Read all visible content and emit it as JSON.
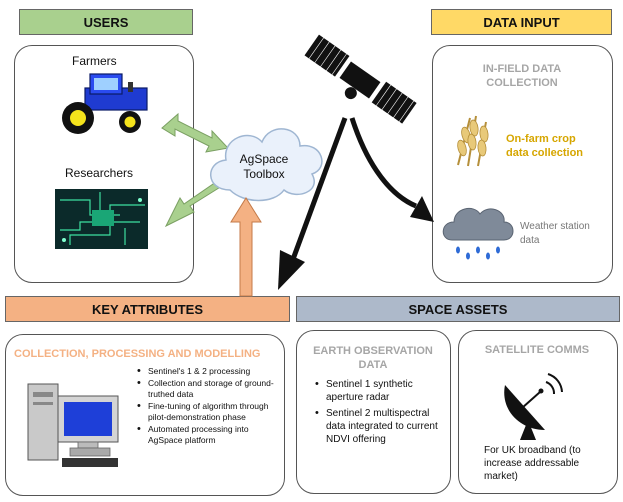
{
  "users": {
    "header": "USERS",
    "farmers_label": "Farmers",
    "researchers_label": "Researchers"
  },
  "data_input": {
    "header": "DATA INPUT",
    "in_field_title": "IN-FIELD DATA COLLECTION",
    "crop_label": "On-farm crop data collection",
    "weather_label": "Weather station data"
  },
  "toolbox": {
    "label": "AgSpace Toolbox"
  },
  "key_attributes": {
    "header": "KEY ATTRIBUTES",
    "cpm_title": "COLLECTION, PROCESSING AND MODELLING",
    "bullets": [
      "Sentinel's 1 & 2 processing",
      "Collection and storage of ground-truthed data",
      "Fine-tuning of algorithm through pilot-demonstration phase",
      "Automated processing into AgSpace platform"
    ]
  },
  "space_assets": {
    "header": "SPACE ASSETS",
    "eo_title": "EARTH OBSERVATION DATA",
    "eo_bullets": [
      "Sentinel 1 synthetic aperture radar",
      "Sentinel 2 multispectral data integrated to current NDVI offering"
    ],
    "satcom_title": "SATELLITE COMMS",
    "satcom_text": "For UK broadband (to increase addressable market)"
  },
  "colors": {
    "users_header": "#a9d08e",
    "data_input_header": "#ffd966",
    "key_attr_header": "#f4b183",
    "space_header": "#adb9ca",
    "orange_title": "#f4b183",
    "gold_text": "#d6a600",
    "grey_title": "#a6a6a6",
    "green_arrow": "#a9d08e",
    "orange_arrow": "#f4b183",
    "cloud_fill": "#eaf1fb"
  }
}
